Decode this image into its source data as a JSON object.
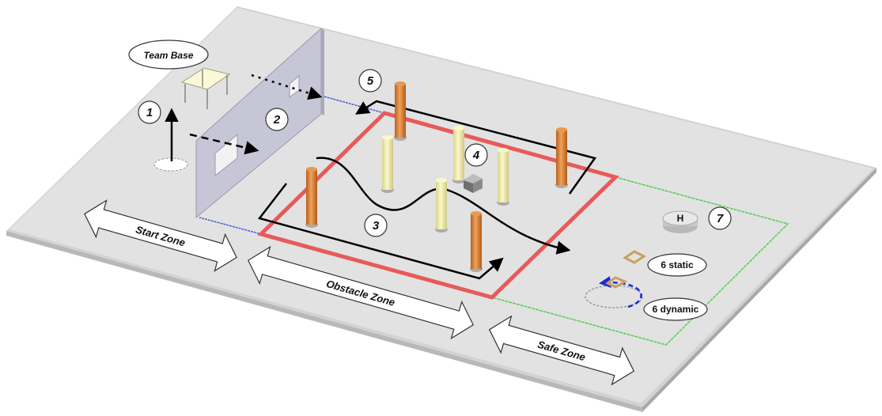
{
  "labels": {
    "team_base": "Team Base",
    "six_static": "6 static",
    "six_dynamic": "6 dynamic"
  },
  "zones": {
    "start": "Start Zone",
    "obstacle": "Obstacle Zone",
    "safe": "Safe Zone"
  },
  "markers": [
    "1",
    "2",
    "3",
    "4",
    "5",
    "7"
  ],
  "colors": {
    "floor": "#dcdcdc",
    "obstacle_border": "#e85a5a",
    "safe_border": "#55cc55",
    "start_border": "#4d5ad6",
    "pole_orange": "#e08a3c",
    "pole_yellow": "#f4f0a8",
    "wall": "#c9c8d8",
    "dynamic_path": "#1a2ad6"
  }
}
